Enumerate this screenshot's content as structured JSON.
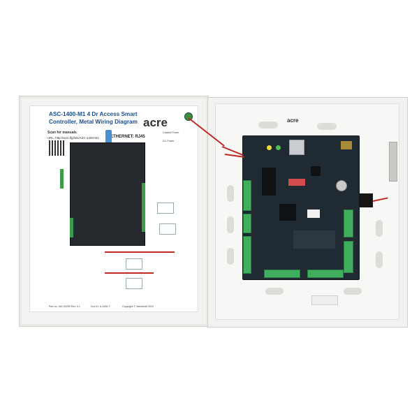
{
  "photo": {
    "subject": "ACRE ASC-1400-M1 access controller enclosure",
    "sheet": {
      "title": "ASC-1400-M1 4 Dr Access Smart Controller, Metal Wiring Diagram",
      "logo": "acre",
      "scan_label": "Scan for manuals",
      "url": "URL: http://acre.lfg/link/ASC-1400-M1",
      "ethernet_label": "ETHERNET: RJ45",
      "cabinet_power": "Cabinet Power",
      "dc_power": "DC Power",
      "footer_part": "Part no. 460-00259 Rev. 0.1",
      "footer_doc": "Doc ID: A-1008-T",
      "footer_copyright": "Copyright © Vanderbilt 2019"
    },
    "board": {
      "logo": "acre"
    },
    "colors": {
      "enclosure": "#f3f3f1",
      "pcb": "#1f2a33",
      "terminal_green": "#3fae5d",
      "dip_switch": "#d44d4d",
      "wire_red": "#c12a23",
      "sheet_title": "#1c4f91"
    }
  }
}
